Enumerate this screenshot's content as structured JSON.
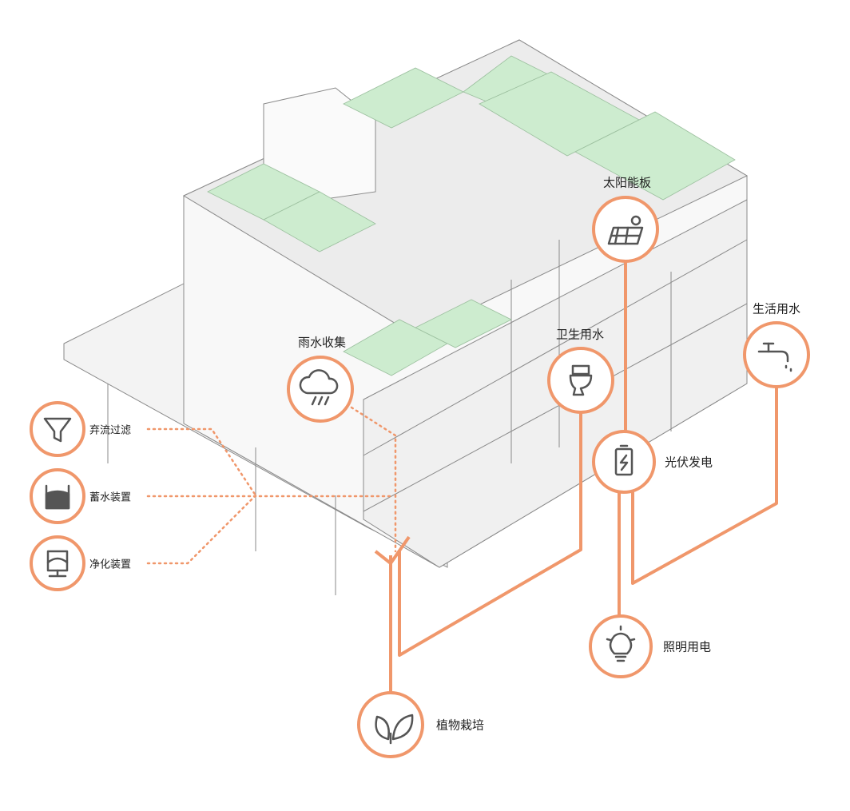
{
  "colors": {
    "accent": "#f0976b",
    "icon": "#555555",
    "roof_green": "#cdeccf",
    "building_line": "#888888"
  },
  "nodes": [
    {
      "id": "solar",
      "label": "太阳能板",
      "icon": "solar-panel-icon"
    },
    {
      "id": "rain",
      "label": "雨水收集",
      "icon": "rain-cloud-icon"
    },
    {
      "id": "toilet",
      "label": "卫生用水",
      "icon": "toilet-icon"
    },
    {
      "id": "domestic",
      "label": "生活用水",
      "icon": "faucet-icon"
    },
    {
      "id": "pv",
      "label": "光伏发电",
      "icon": "battery-icon"
    },
    {
      "id": "filter",
      "label": "弃流过滤",
      "icon": "funnel-icon"
    },
    {
      "id": "storage",
      "label": "蓄水装置",
      "icon": "water-tank-icon"
    },
    {
      "id": "purify",
      "label": "净化装置",
      "icon": "purifier-icon"
    },
    {
      "id": "lighting",
      "label": "照明用电",
      "icon": "light-bulb-icon"
    },
    {
      "id": "plant",
      "label": "植物栽培",
      "icon": "leaf-icon"
    }
  ]
}
